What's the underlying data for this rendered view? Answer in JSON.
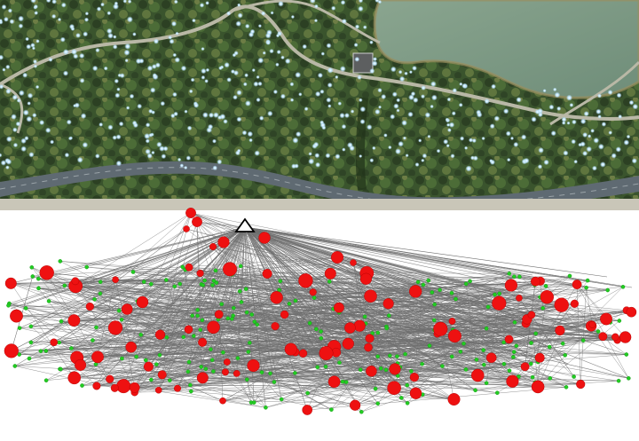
{
  "panels": [
    {
      "id": "aerial-photo",
      "kind": "photo",
      "scene": [
        "vegetation",
        "lake",
        "road",
        "footpath",
        "building"
      ],
      "sample_point_color": "#bfe6ff"
    },
    {
      "id": "network-graph",
      "kind": "graph",
      "base_station_marker": "triangle",
      "colors": {
        "edge": "#6f6f6f",
        "sensor_node": "#22cc22",
        "cluster_head": "#ee1111"
      }
    }
  ],
  "colors": {
    "vegetation_dark": "#2b3f22",
    "vegetation_mid": "#4f6b3a",
    "vegetation_light": "#7c8c4e",
    "lake": "#7f9a86",
    "road": "#5f6a72",
    "path": "#b9b8a6"
  }
}
